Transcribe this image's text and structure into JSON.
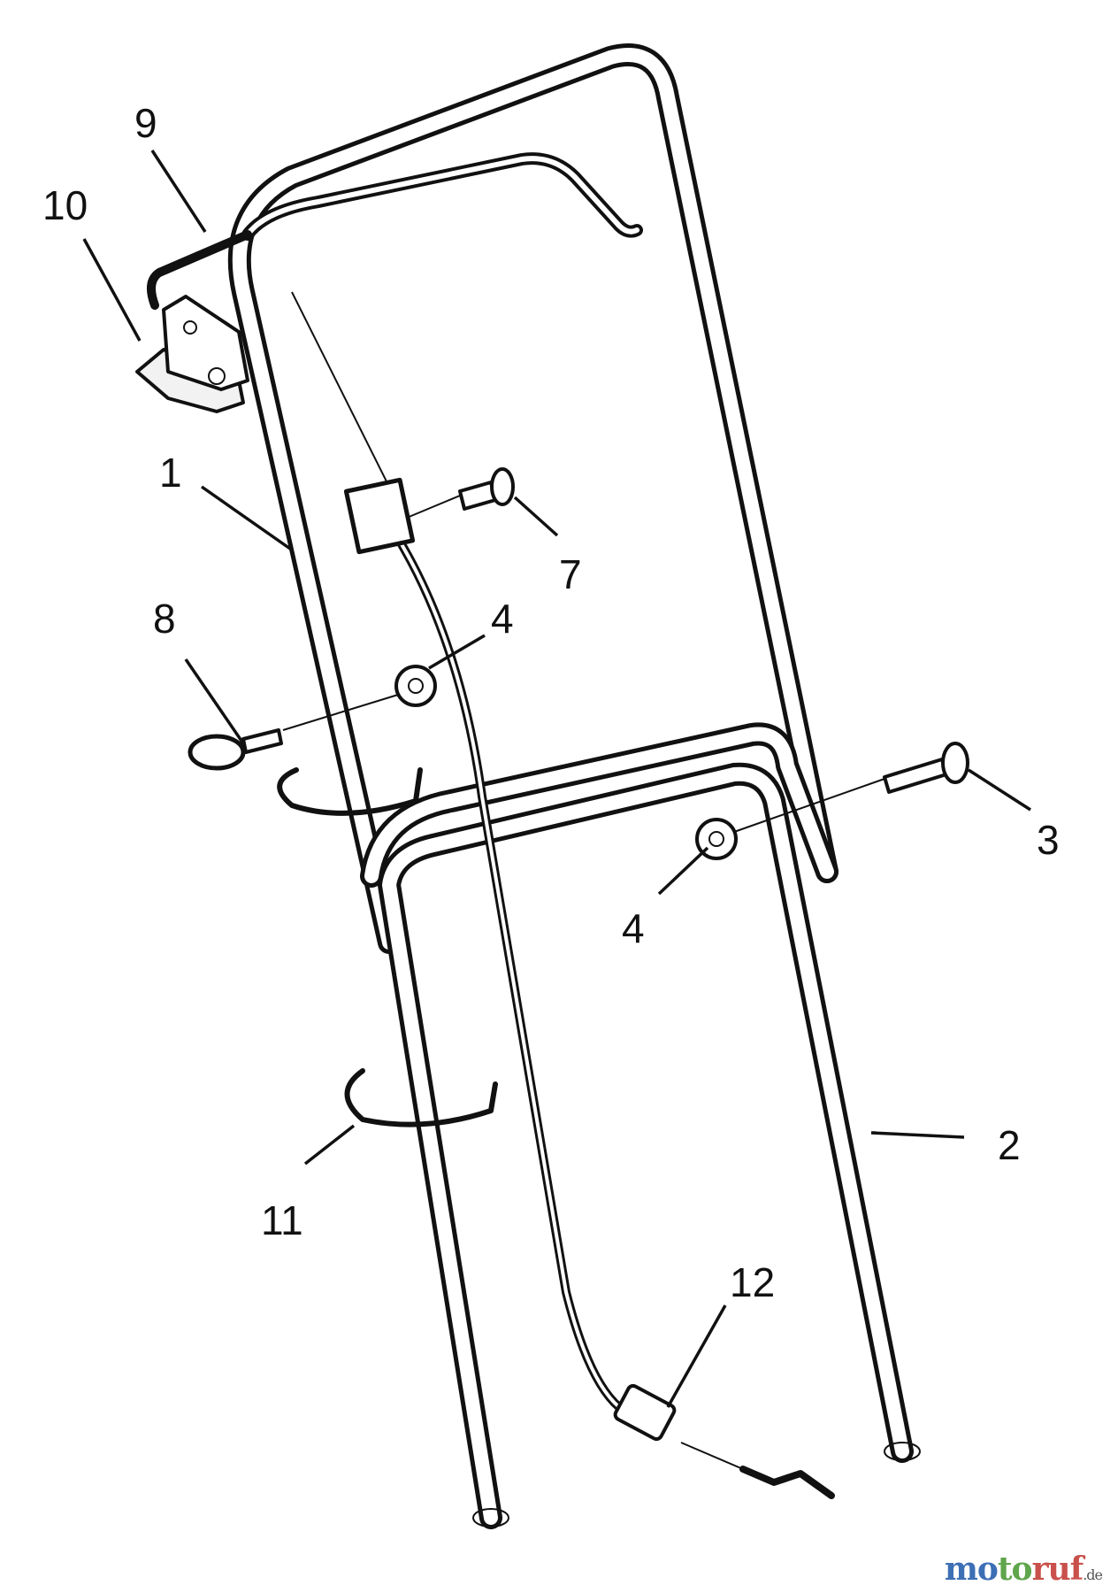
{
  "callouts": {
    "c1": "1",
    "c2": "2",
    "c3": "3",
    "c4a": "4",
    "c4b": "4",
    "c7": "7",
    "c8": "8",
    "c9": "9",
    "c10": "10",
    "c11": "11",
    "c12": "12"
  },
  "watermark": {
    "brand_part1": "mo",
    "brand_part2": "to",
    "brand_part3": "ruf",
    "suffix": ".de"
  }
}
